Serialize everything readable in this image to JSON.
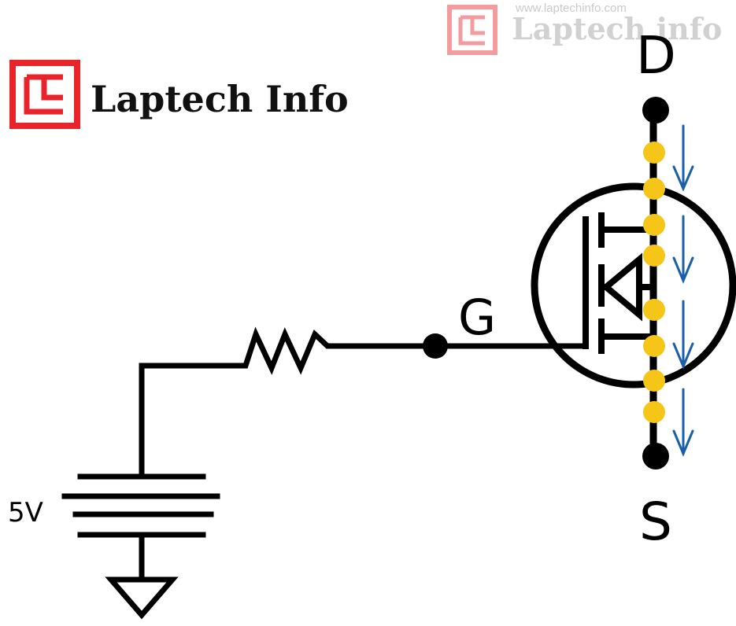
{
  "brand": {
    "logo_text": "Laptech Info",
    "watermark_url": "www.laptechinfo.com",
    "watermark_text": "Laptech info",
    "logo_color": "#e8232a"
  },
  "labels": {
    "drain": "D",
    "source": "S",
    "gate": "G",
    "voltage": "5V"
  },
  "colors": {
    "wire": "#000000",
    "electron": "#f5c518",
    "current_arrow": "#1a5fa8",
    "watermark": "#b5b5b5"
  },
  "electron_count": 8,
  "current_arrow_count": 4
}
